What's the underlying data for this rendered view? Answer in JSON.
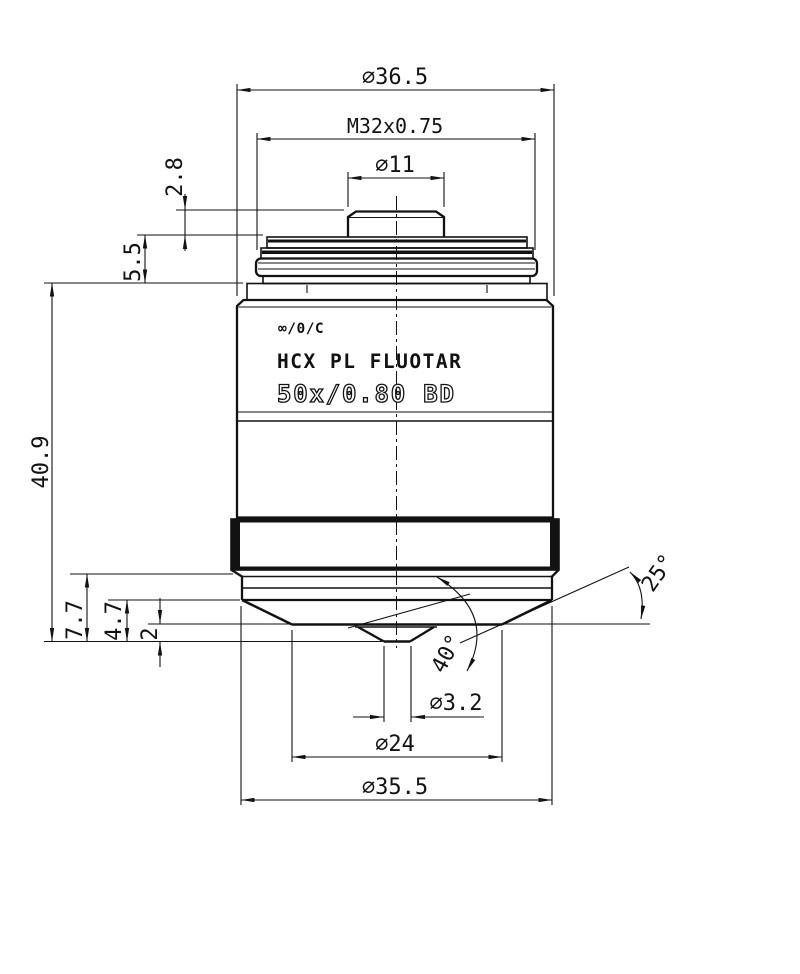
{
  "page": {
    "background": "#ffffff",
    "ink": "#121212"
  },
  "drawing": {
    "engraving": {
      "line1": "∞/0/C",
      "line2": "HCX PL FLUOTAR",
      "line3": "50x/0.80 BD"
    },
    "dimensions": {
      "outer_diameter": "∅36.5",
      "mount_thread": "M32x0.75",
      "nose_diameter": "∅11",
      "nose_height": "2.8",
      "shoulder_height": "5.5",
      "overall_length": "40.9",
      "front_length": "7.7",
      "cone_length": "4.7",
      "tip_length": "2",
      "front_taper_angle": "25°",
      "tip_cone_angle": "40°",
      "front_lens_diameter": "∅3.2",
      "front_flat_diameter": "∅24",
      "front_ring_diameter": "∅35.5"
    }
  }
}
